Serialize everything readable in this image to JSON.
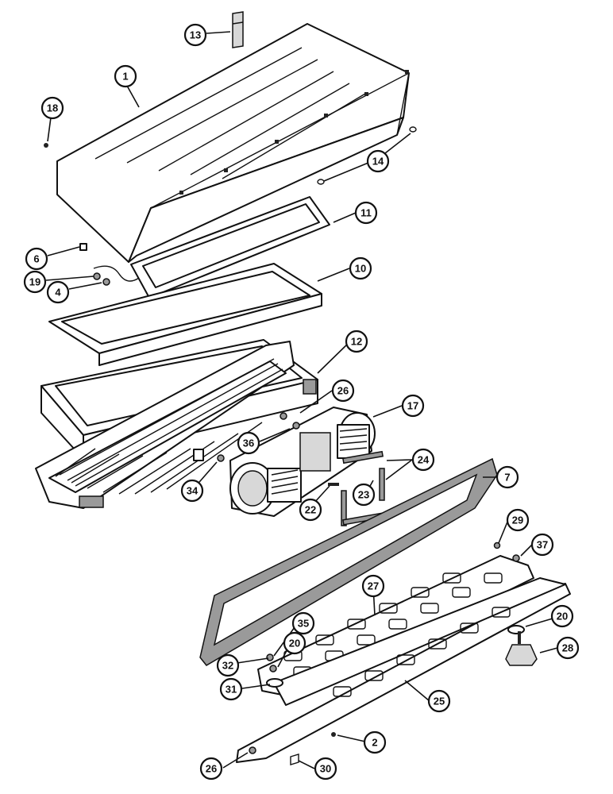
{
  "callouts": [
    {
      "id": "c13",
      "label": "13"
    },
    {
      "id": "c1",
      "label": "1"
    },
    {
      "id": "c18",
      "label": "18"
    },
    {
      "id": "c14",
      "label": "14"
    },
    {
      "id": "c11",
      "label": "11"
    },
    {
      "id": "c6",
      "label": "6"
    },
    {
      "id": "c19",
      "label": "19"
    },
    {
      "id": "c4",
      "label": "4"
    },
    {
      "id": "c10",
      "label": "10"
    },
    {
      "id": "c12",
      "label": "12"
    },
    {
      "id": "c26a",
      "label": "26"
    },
    {
      "id": "c17",
      "label": "17"
    },
    {
      "id": "c36",
      "label": "36"
    },
    {
      "id": "c24",
      "label": "24"
    },
    {
      "id": "c7",
      "label": "7"
    },
    {
      "id": "c34",
      "label": "34"
    },
    {
      "id": "c23",
      "label": "23"
    },
    {
      "id": "c22",
      "label": "22"
    },
    {
      "id": "c29",
      "label": "29"
    },
    {
      "id": "c37",
      "label": "37"
    },
    {
      "id": "c27",
      "label": "27"
    },
    {
      "id": "c35",
      "label": "35"
    },
    {
      "id": "c20a",
      "label": "20"
    },
    {
      "id": "c32",
      "label": "32"
    },
    {
      "id": "c20b",
      "label": "20"
    },
    {
      "id": "c28",
      "label": "28"
    },
    {
      "id": "c31",
      "label": "31"
    },
    {
      "id": "c25",
      "label": "25"
    },
    {
      "id": "c2",
      "label": "2"
    },
    {
      "id": "c26b",
      "label": "26"
    },
    {
      "id": "c30",
      "label": "30"
    }
  ]
}
